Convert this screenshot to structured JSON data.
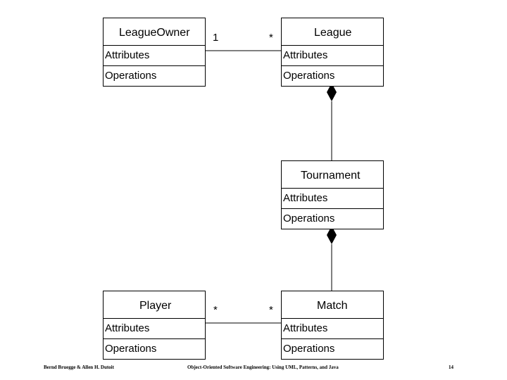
{
  "classes": {
    "league_owner": {
      "name": "LeagueOwner",
      "attributes": "Attributes",
      "operations": "Operations"
    },
    "league": {
      "name": "League",
      "attributes": "Attributes",
      "operations": "Operations"
    },
    "tournament": {
      "name": "Tournament",
      "attributes": "Attributes",
      "operations": "Operations"
    },
    "player": {
      "name": "Player",
      "attributes": "Attributes",
      "operations": "Operations"
    },
    "match": {
      "name": "Match",
      "attributes": "Attributes",
      "operations": "Operations"
    }
  },
  "associations": {
    "owner_league": {
      "owner_end": "1",
      "league_end": "*"
    },
    "player_match": {
      "player_end": "*",
      "match_end": "*"
    }
  },
  "footer": {
    "authors": "Bernd Bruegge & Allen H. Dutoit",
    "book": "Object-Oriented Software Engineering: Using UML, Patterns, and Java",
    "page": "14"
  }
}
